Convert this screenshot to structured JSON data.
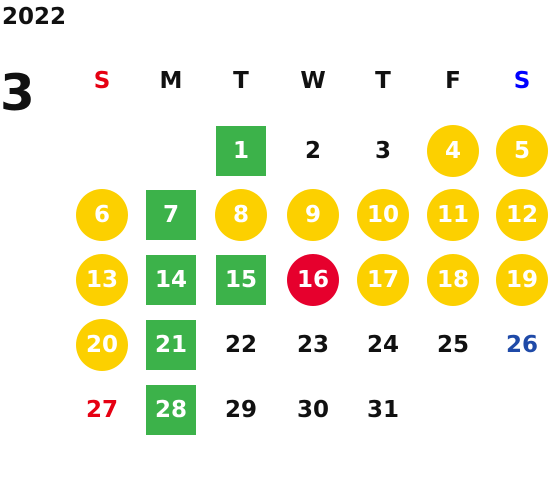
{
  "calendar": {
    "year": "2022",
    "month": "3",
    "weekdays": [
      {
        "label": "S",
        "color": "#e60012"
      },
      {
        "label": "M",
        "color": "#111111"
      },
      {
        "label": "T",
        "color": "#111111"
      },
      {
        "label": "W",
        "color": "#111111"
      },
      {
        "label": "T",
        "color": "#111111"
      },
      {
        "label": "F",
        "color": "#111111"
      },
      {
        "label": "S",
        "color": "#0000ff"
      }
    ],
    "colors": {
      "yellow": "#fcd000",
      "green": "#3cb24a",
      "red": "#e6002d",
      "sunday_text": "#e60012",
      "saturday_text": "#1f4aa8",
      "default_text": "#111111"
    },
    "days": [
      {
        "n": "1",
        "col": 2,
        "row": 0,
        "style": "green"
      },
      {
        "n": "2",
        "col": 3,
        "row": 0,
        "style": "plain"
      },
      {
        "n": "3",
        "col": 4,
        "row": 0,
        "style": "plain"
      },
      {
        "n": "4",
        "col": 5,
        "row": 0,
        "style": "yellow"
      },
      {
        "n": "5",
        "col": 6,
        "row": 0,
        "style": "yellow"
      },
      {
        "n": "6",
        "col": 0,
        "row": 1,
        "style": "yellow"
      },
      {
        "n": "7",
        "col": 1,
        "row": 1,
        "style": "green"
      },
      {
        "n": "8",
        "col": 2,
        "row": 1,
        "style": "yellow"
      },
      {
        "n": "9",
        "col": 3,
        "row": 1,
        "style": "yellow"
      },
      {
        "n": "10",
        "col": 4,
        "row": 1,
        "style": "yellow"
      },
      {
        "n": "11",
        "col": 5,
        "row": 1,
        "style": "yellow"
      },
      {
        "n": "12",
        "col": 6,
        "row": 1,
        "style": "yellow"
      },
      {
        "n": "13",
        "col": 0,
        "row": 2,
        "style": "yellow"
      },
      {
        "n": "14",
        "col": 1,
        "row": 2,
        "style": "green"
      },
      {
        "n": "15",
        "col": 2,
        "row": 2,
        "style": "green"
      },
      {
        "n": "16",
        "col": 3,
        "row": 2,
        "style": "red"
      },
      {
        "n": "17",
        "col": 4,
        "row": 2,
        "style": "yellow"
      },
      {
        "n": "18",
        "col": 5,
        "row": 2,
        "style": "yellow"
      },
      {
        "n": "19",
        "col": 6,
        "row": 2,
        "style": "yellow"
      },
      {
        "n": "20",
        "col": 0,
        "row": 3,
        "style": "yellow"
      },
      {
        "n": "21",
        "col": 1,
        "row": 3,
        "style": "green"
      },
      {
        "n": "22",
        "col": 2,
        "row": 3,
        "style": "plain"
      },
      {
        "n": "23",
        "col": 3,
        "row": 3,
        "style": "plain"
      },
      {
        "n": "24",
        "col": 4,
        "row": 3,
        "style": "plain"
      },
      {
        "n": "25",
        "col": 5,
        "row": 3,
        "style": "plain"
      },
      {
        "n": "26",
        "col": 6,
        "row": 3,
        "style": "plain"
      },
      {
        "n": "27",
        "col": 0,
        "row": 4,
        "style": "plain"
      },
      {
        "n": "28",
        "col": 1,
        "row": 4,
        "style": "green"
      },
      {
        "n": "29",
        "col": 2,
        "row": 4,
        "style": "plain"
      },
      {
        "n": "30",
        "col": 3,
        "row": 4,
        "style": "plain"
      },
      {
        "n": "31",
        "col": 4,
        "row": 4,
        "style": "plain"
      }
    ]
  }
}
